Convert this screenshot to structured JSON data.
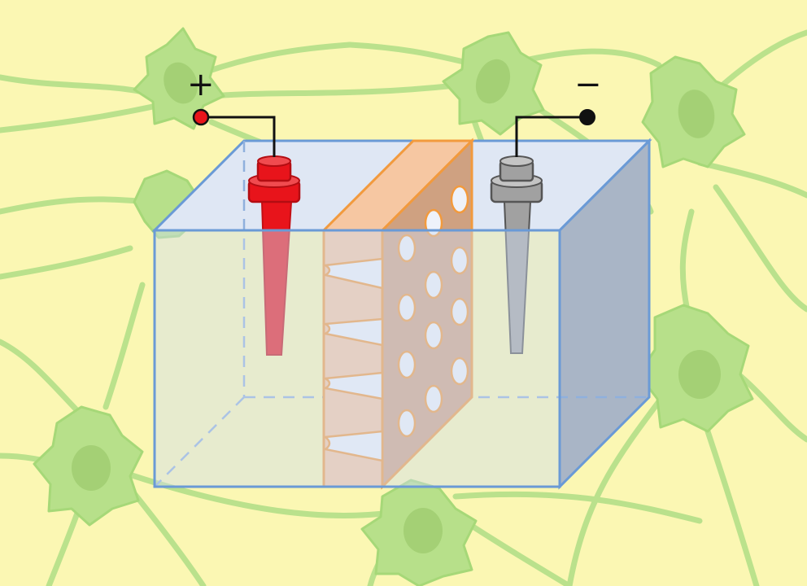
{
  "diagram": {
    "terminals": {
      "positive": {
        "symbol": "+"
      },
      "negative": {
        "symbol": "−"
      }
    },
    "colors": {
      "background": "#fbf7b3",
      "neuron_fill": "#b7e08a",
      "neuron_stroke": "#a6d878",
      "neuron_nucleus": "#a2cf73",
      "tank_front": "#cfdcef",
      "tank_side": "#a9b5c6",
      "tank_edge": "#6a9ad6",
      "membrane_front": "#f6c7a2",
      "membrane_side": "#cfa181",
      "membrane_edge": "#f29a3d",
      "anode": "#e8141b",
      "cathode": "#a1a1a1",
      "wire": "#111111"
    },
    "icons": {
      "positive_electrode": "red-electrode",
      "negative_electrode": "gray-electrode",
      "membrane": "porous-membrane"
    }
  }
}
